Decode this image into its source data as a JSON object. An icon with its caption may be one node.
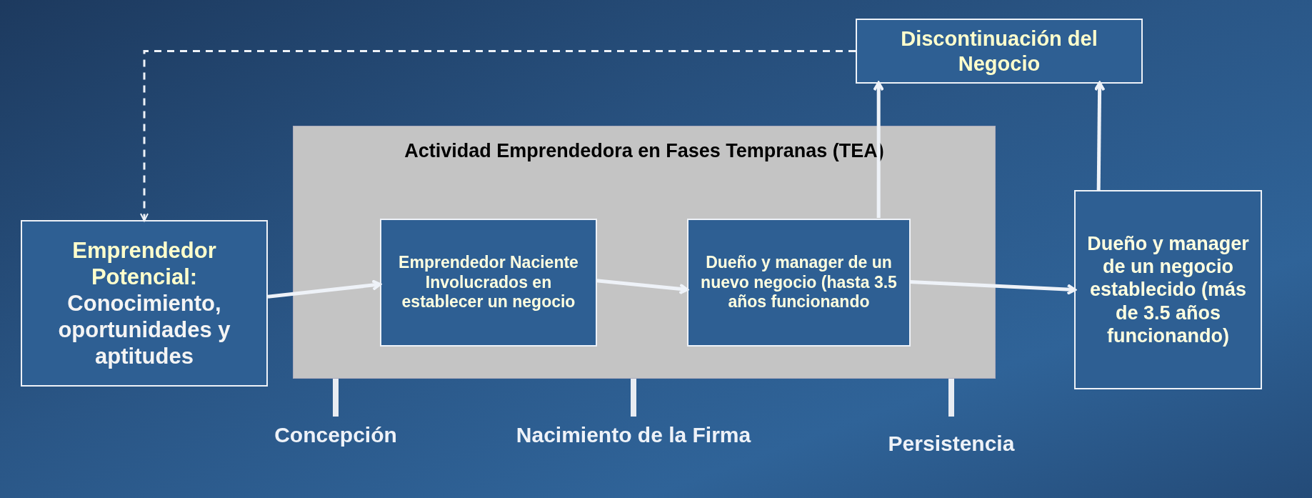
{
  "diagram": {
    "nodes": [
      {
        "text": [
          "Discontinuación del Negocio"
        ]
      },
      {
        "text": [
          "Actividad Emprendedora en Fases Tempranas (TEA)"
        ]
      },
      {
        "text": [
          "Emprendedor Potencial:",
          "Conocimiento, oportunidades y aptitudes"
        ]
      },
      {
        "text": [
          "Emprendedor Naciente Involucrados en establecer un negocio"
        ],
        "in": 1
      },
      {
        "text": [
          "Dueño y manager de un nuevo negocio  (hasta 3.5 años funcionando"
        ],
        "in": 1
      },
      {
        "text": [
          "Dueño y manager de un negocio establecido (más de 3.5 años funcionando)"
        ]
      }
    ],
    "edges": [
      {
        "from": 2,
        "to": 3,
        "arrow": "to"
      },
      {
        "from": 3,
        "to": 4,
        "arrow": "to"
      },
      {
        "from": 4,
        "to": 5,
        "arrow": "to"
      },
      {
        "from": 4,
        "to": 0,
        "arrow": "to"
      },
      {
        "from": 5,
        "to": 0,
        "arrow": "to"
      },
      {
        "from": 0,
        "to": 2,
        "arrow": "to",
        "style": "dashed"
      }
    ],
    "labels": [
      "Concepción",
      "Nacimiento de la Firma",
      "Persistencia"
    ]
  }
}
